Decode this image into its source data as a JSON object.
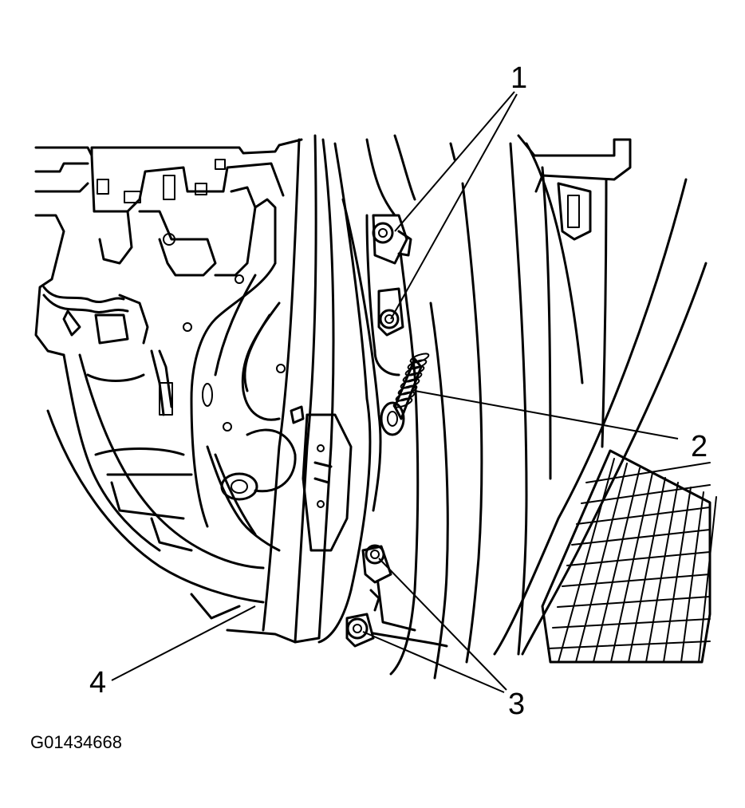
{
  "callouts": [
    {
      "id": "1",
      "text": "1"
    },
    {
      "id": "2",
      "text": "2"
    },
    {
      "id": "3",
      "text": "3"
    },
    {
      "id": "4",
      "text": "4"
    }
  ],
  "figure_id": "G01434668",
  "colors": {
    "ink": "#000000",
    "paper": "#ffffff"
  }
}
